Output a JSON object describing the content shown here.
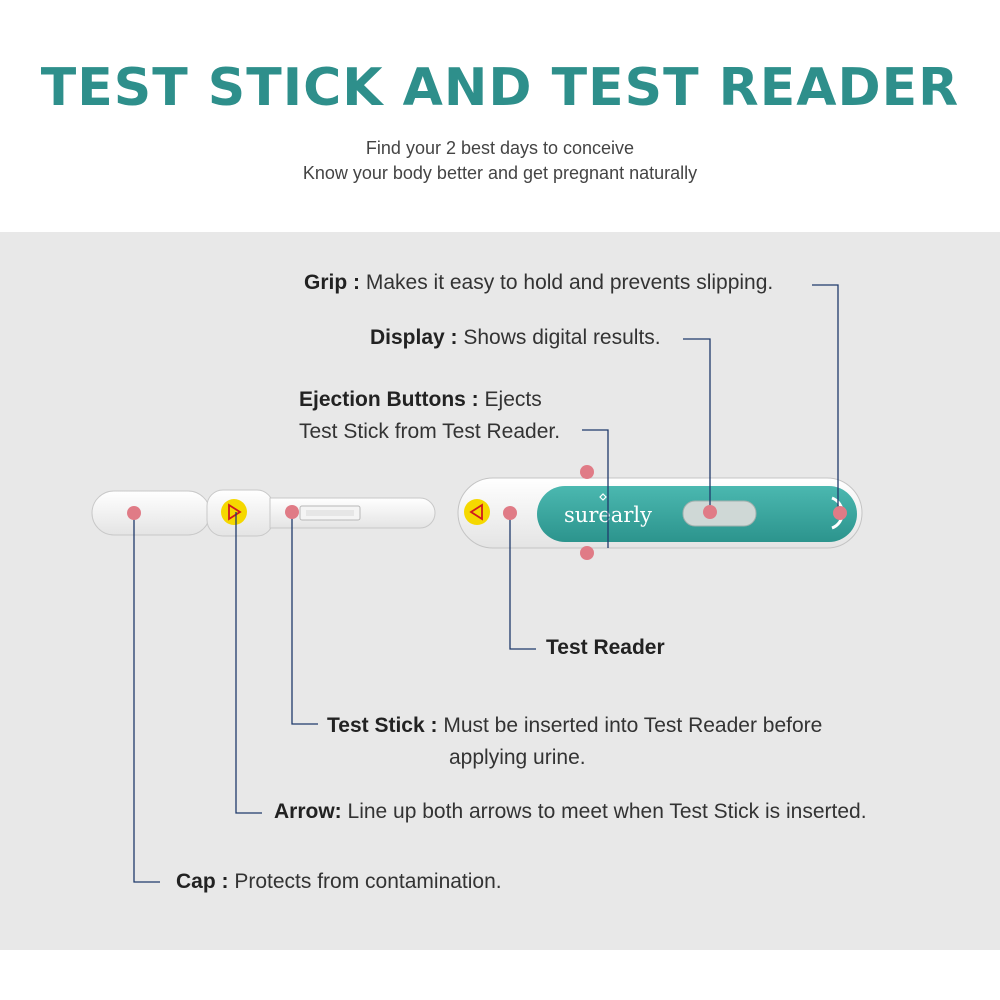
{
  "header": {
    "title": "TEST STICK AND TEST READER",
    "subtitle_line1": "Find your 2 best days to conceive",
    "subtitle_line2": "Know your body better and get pregnant naturally"
  },
  "device": {
    "brand": "surearly"
  },
  "labels": {
    "grip": {
      "name": "Grip :",
      "desc": "Makes it easy to hold and prevents slipping."
    },
    "display": {
      "name": "Display :",
      "desc": "Shows digital results."
    },
    "ejection": {
      "name": "Ejection Buttons :",
      "desc1": "Ejects",
      "desc2": "Test Stick from Test Reader."
    },
    "test_reader": {
      "name": "Test Reader"
    },
    "test_stick": {
      "name": "Test Stick :",
      "desc1": "Must be inserted into Test Reader before",
      "desc2": "applying urine."
    },
    "arrow": {
      "name": "Arrow:",
      "desc": "Line up both arrows to meet when Test Stick is inserted."
    },
    "cap": {
      "name": "Cap :",
      "desc": "Protects from contamination."
    }
  },
  "colors": {
    "title": "#2e8f8b",
    "panel_background": "#e8e8e8",
    "device_teal": "#3aa8a0",
    "marker_pink": "#e07b86",
    "arrow_yellow": "#f5d800",
    "leader_line": "#1f3a6b"
  }
}
